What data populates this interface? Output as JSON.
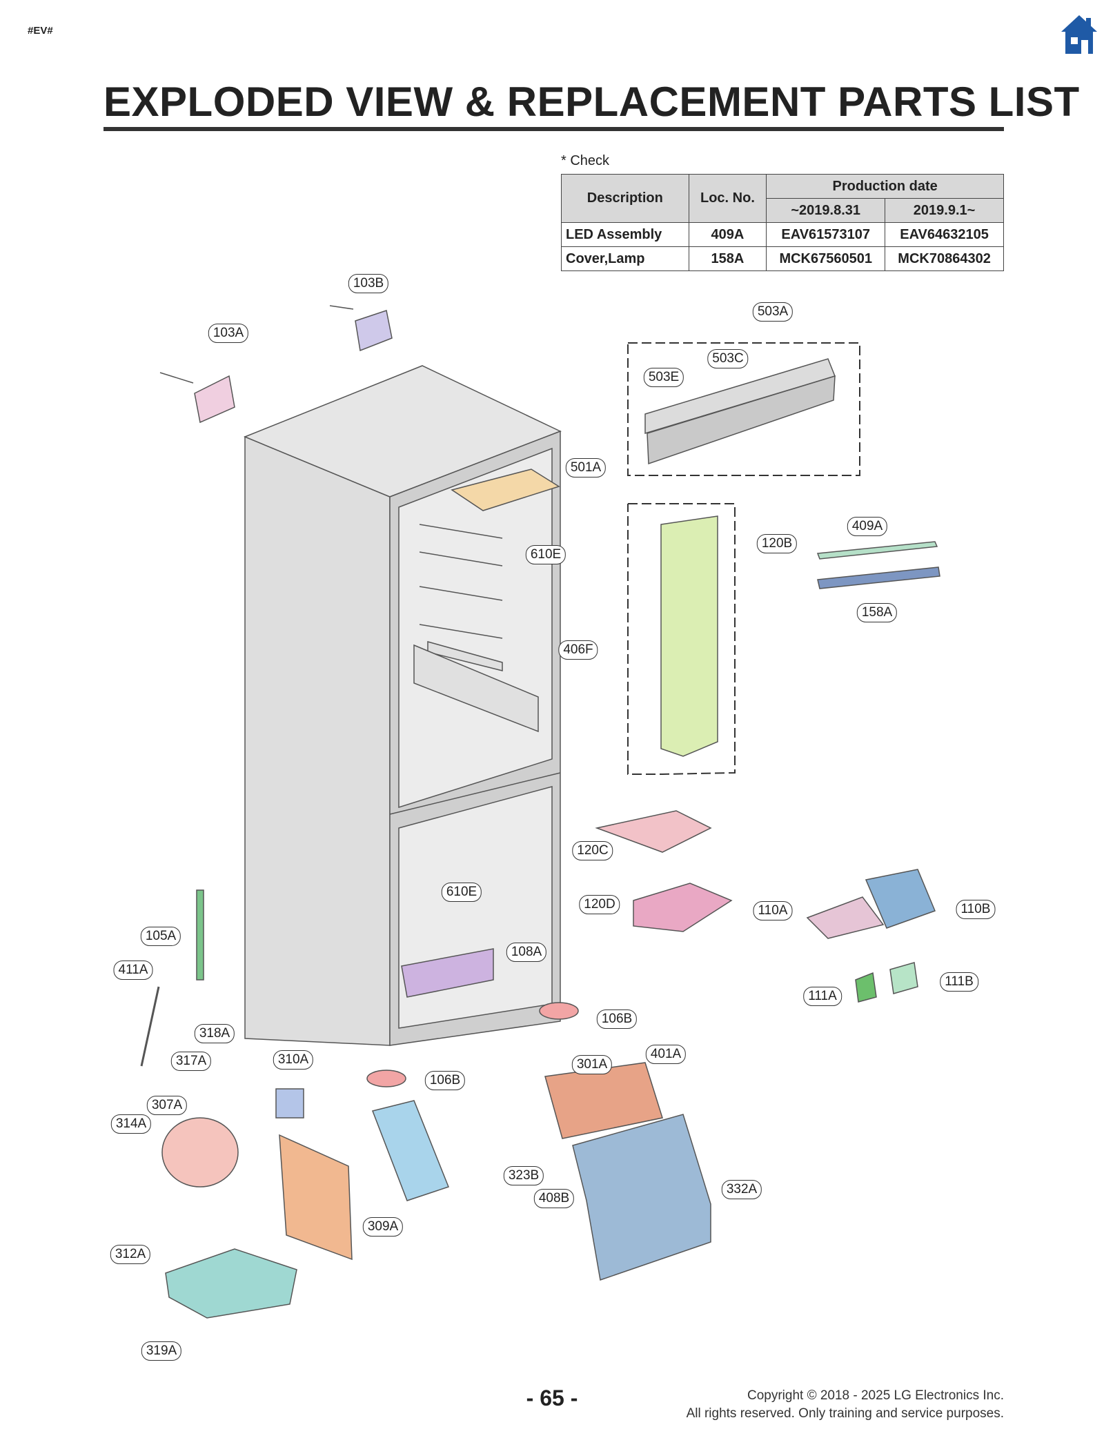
{
  "header": {
    "tag": "#EV#",
    "home_icon": "home-icon",
    "accent_color": "#1f5aa6"
  },
  "title": "EXPLODED VIEW & REPLACEMENT PARTS LIST",
  "check_table": {
    "note": "* Check",
    "headers": {
      "description": "Description",
      "loc_no": "Loc. No.",
      "production_date": "Production date",
      "before": "~2019.8.31",
      "after": "2019.9.1~"
    },
    "rows": [
      {
        "description": "LED Assembly",
        "loc_no": "409A",
        "before": "EAV61573107",
        "after": "EAV64632105"
      },
      {
        "description": "Cover,Lamp",
        "loc_no": "158A",
        "before": "MCK67560501",
        "after": "MCK70864302"
      }
    ]
  },
  "callouts": [
    {
      "id": "103B",
      "label": "103B"
    },
    {
      "id": "103A",
      "label": "103A"
    },
    {
      "id": "503A",
      "label": "503A"
    },
    {
      "id": "503C",
      "label": "503C"
    },
    {
      "id": "503E",
      "label": "503E"
    },
    {
      "id": "501A",
      "label": "501A"
    },
    {
      "id": "409A",
      "label": "409A"
    },
    {
      "id": "120B",
      "label": "120B"
    },
    {
      "id": "158A",
      "label": "158A"
    },
    {
      "id": "610E-top",
      "label": "610E"
    },
    {
      "id": "406F",
      "label": "406F"
    },
    {
      "id": "120C",
      "label": "120C"
    },
    {
      "id": "610E-bottom",
      "label": "610E"
    },
    {
      "id": "120D",
      "label": "120D"
    },
    {
      "id": "110A",
      "label": "110A"
    },
    {
      "id": "110B",
      "label": "110B"
    },
    {
      "id": "105A",
      "label": "105A"
    },
    {
      "id": "108A",
      "label": "108A"
    },
    {
      "id": "411A",
      "label": "411A"
    },
    {
      "id": "111B",
      "label": "111B"
    },
    {
      "id": "111A",
      "label": "111A"
    },
    {
      "id": "106B-right",
      "label": "106B"
    },
    {
      "id": "318A",
      "label": "318A"
    },
    {
      "id": "401A",
      "label": "401A"
    },
    {
      "id": "317A",
      "label": "317A"
    },
    {
      "id": "310A",
      "label": "310A"
    },
    {
      "id": "301A",
      "label": "301A"
    },
    {
      "id": "106B-left",
      "label": "106B"
    },
    {
      "id": "307A",
      "label": "307A"
    },
    {
      "id": "314A",
      "label": "314A"
    },
    {
      "id": "323B",
      "label": "323B"
    },
    {
      "id": "332A",
      "label": "332A"
    },
    {
      "id": "408B",
      "label": "408B"
    },
    {
      "id": "309A",
      "label": "309A"
    },
    {
      "id": "312A",
      "label": "312A"
    },
    {
      "id": "319A",
      "label": "319A"
    }
  ],
  "footer": {
    "page_number": "- 65 -",
    "copyright_line1": "Copyright © 2018 - 2025 LG Electronics Inc.",
    "copyright_line2": "All rights reserved. Only training and service purposes."
  }
}
